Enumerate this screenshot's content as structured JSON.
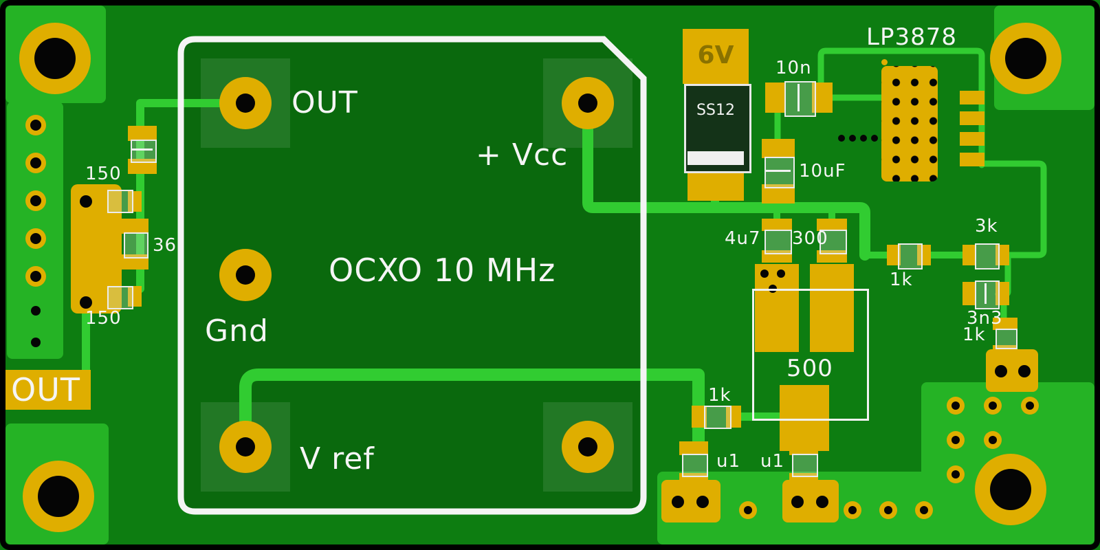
{
  "colors": {
    "soldermask": "#0d7d11",
    "soldermask_dark": "#0a690d",
    "copper_pour": "#25b325",
    "trace": "#31cc31",
    "pad_gold": "#dfae00",
    "silkscreen": "#f5f5f5",
    "drill": "#050505",
    "diode_body": "#143318",
    "diode_marking": "#8a7200"
  },
  "module": {
    "title": "OCXO 10 MHz",
    "pad_out": "OUT",
    "pad_vcc": "+ Vcc",
    "pad_gnd": "Gnd",
    "pad_vref": "V ref"
  },
  "left": {
    "res_top": "150",
    "res_mid": "36",
    "res_bottom": "150",
    "out_pad": "OUT"
  },
  "power": {
    "diode_voltage": "6V",
    "diode_part": "SS12",
    "cap_10n": "10n",
    "cap_10uf": "10uF",
    "regulator": "LP3878"
  },
  "network": {
    "cap_4u7": "4u7",
    "res_300": "300",
    "pot": "500",
    "res_1k_mid": "1k",
    "res_3k": "3k",
    "cap_3n3": "3n3",
    "res_1k_right": "1k",
    "res_1k_bottom": "1k",
    "cap_u1_left": "u1",
    "cap_u1_right": "u1"
  }
}
